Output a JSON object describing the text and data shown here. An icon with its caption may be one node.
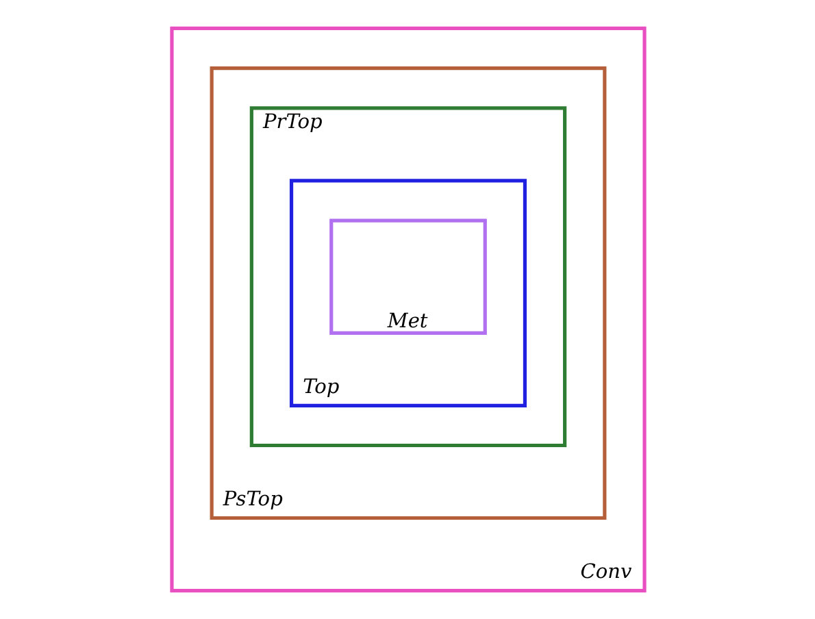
{
  "diagram": {
    "nodes": [
      {
        "text": [
          "Conv"
        ]
      },
      {
        "text": [
          "PsTop"
        ],
        "in": 0
      },
      {
        "text": [
          "PrTop"
        ],
        "in": 1
      },
      {
        "text": [
          "Top"
        ],
        "in": 2
      },
      {
        "text": [
          "Met"
        ],
        "in": 3
      }
    ],
    "edges": []
  }
}
